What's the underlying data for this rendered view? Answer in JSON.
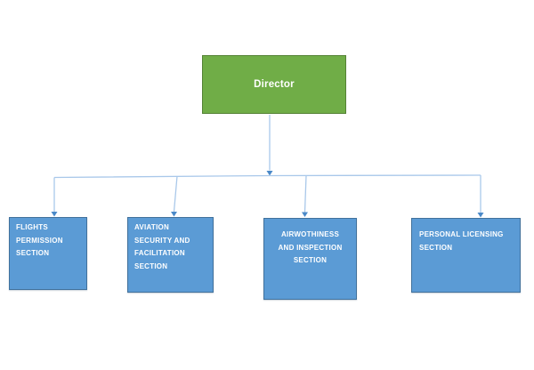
{
  "chart": {
    "type": "org-chart",
    "root": {
      "label": "Director"
    },
    "sections": [
      {
        "label": "FLIGHTS PERMISSION SECTION",
        "lines": [
          "FLIGHTS",
          "PERMISSION",
          "SECTION"
        ]
      },
      {
        "label": "AVIATION SECURITY AND FACILITATION SECTION",
        "lines": [
          "AVIATION",
          "SECURITY AND",
          "FACILITATION",
          "SECTION"
        ]
      },
      {
        "label": "AIRWOTHINESS AND INSPECTION SECTION",
        "lines": [
          "AIRWOTHINESS",
          "AND INSPECTION",
          "SECTION"
        ]
      },
      {
        "label": "PERSONAL LICENSING SECTION",
        "lines": [
          "PERSONAL LICENSING",
          "SECTION"
        ]
      }
    ]
  },
  "colors": {
    "director_fill": "#70ad47",
    "director_border": "#548235",
    "section_fill": "#5b9bd5",
    "section_border": "#41719c",
    "connector": "#a9c8ea",
    "arrow": "#4a89c8",
    "text": "#ffffff",
    "background": "#ffffff"
  }
}
